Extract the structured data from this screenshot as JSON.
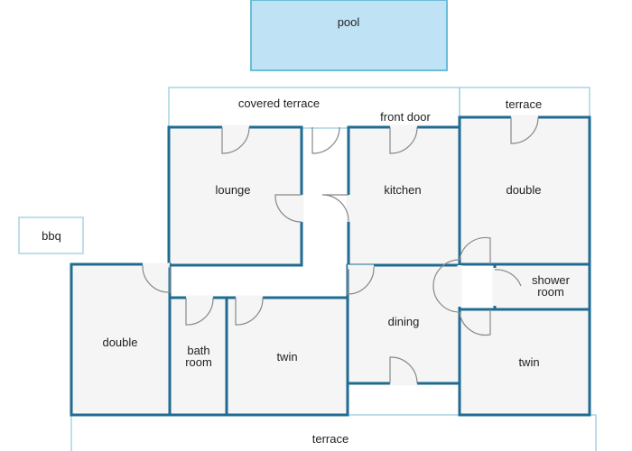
{
  "colors": {
    "wall": "#1f6b92",
    "floor": "#f5f5f5",
    "pool_fill": "#bfe3f4",
    "pool_edge": "#6bbcd6",
    "outdoor_outline": "#a8d4e2",
    "door_swing": "#888888"
  },
  "labels": {
    "pool": "pool",
    "covered_terrace": "covered terrace",
    "front_door": "front door",
    "terrace_top": "terrace",
    "lounge": "lounge",
    "kitchen": "kitchen",
    "double_upper": "double",
    "bbq": "bbq",
    "shower_room_1": "shower",
    "shower_room_2": "room",
    "double_lower": "double",
    "bathroom_1": "bath",
    "bathroom_2": "room",
    "twin_center": "twin",
    "dining": "dining",
    "twin_right": "twin",
    "terrace_bottom": "terrace"
  }
}
